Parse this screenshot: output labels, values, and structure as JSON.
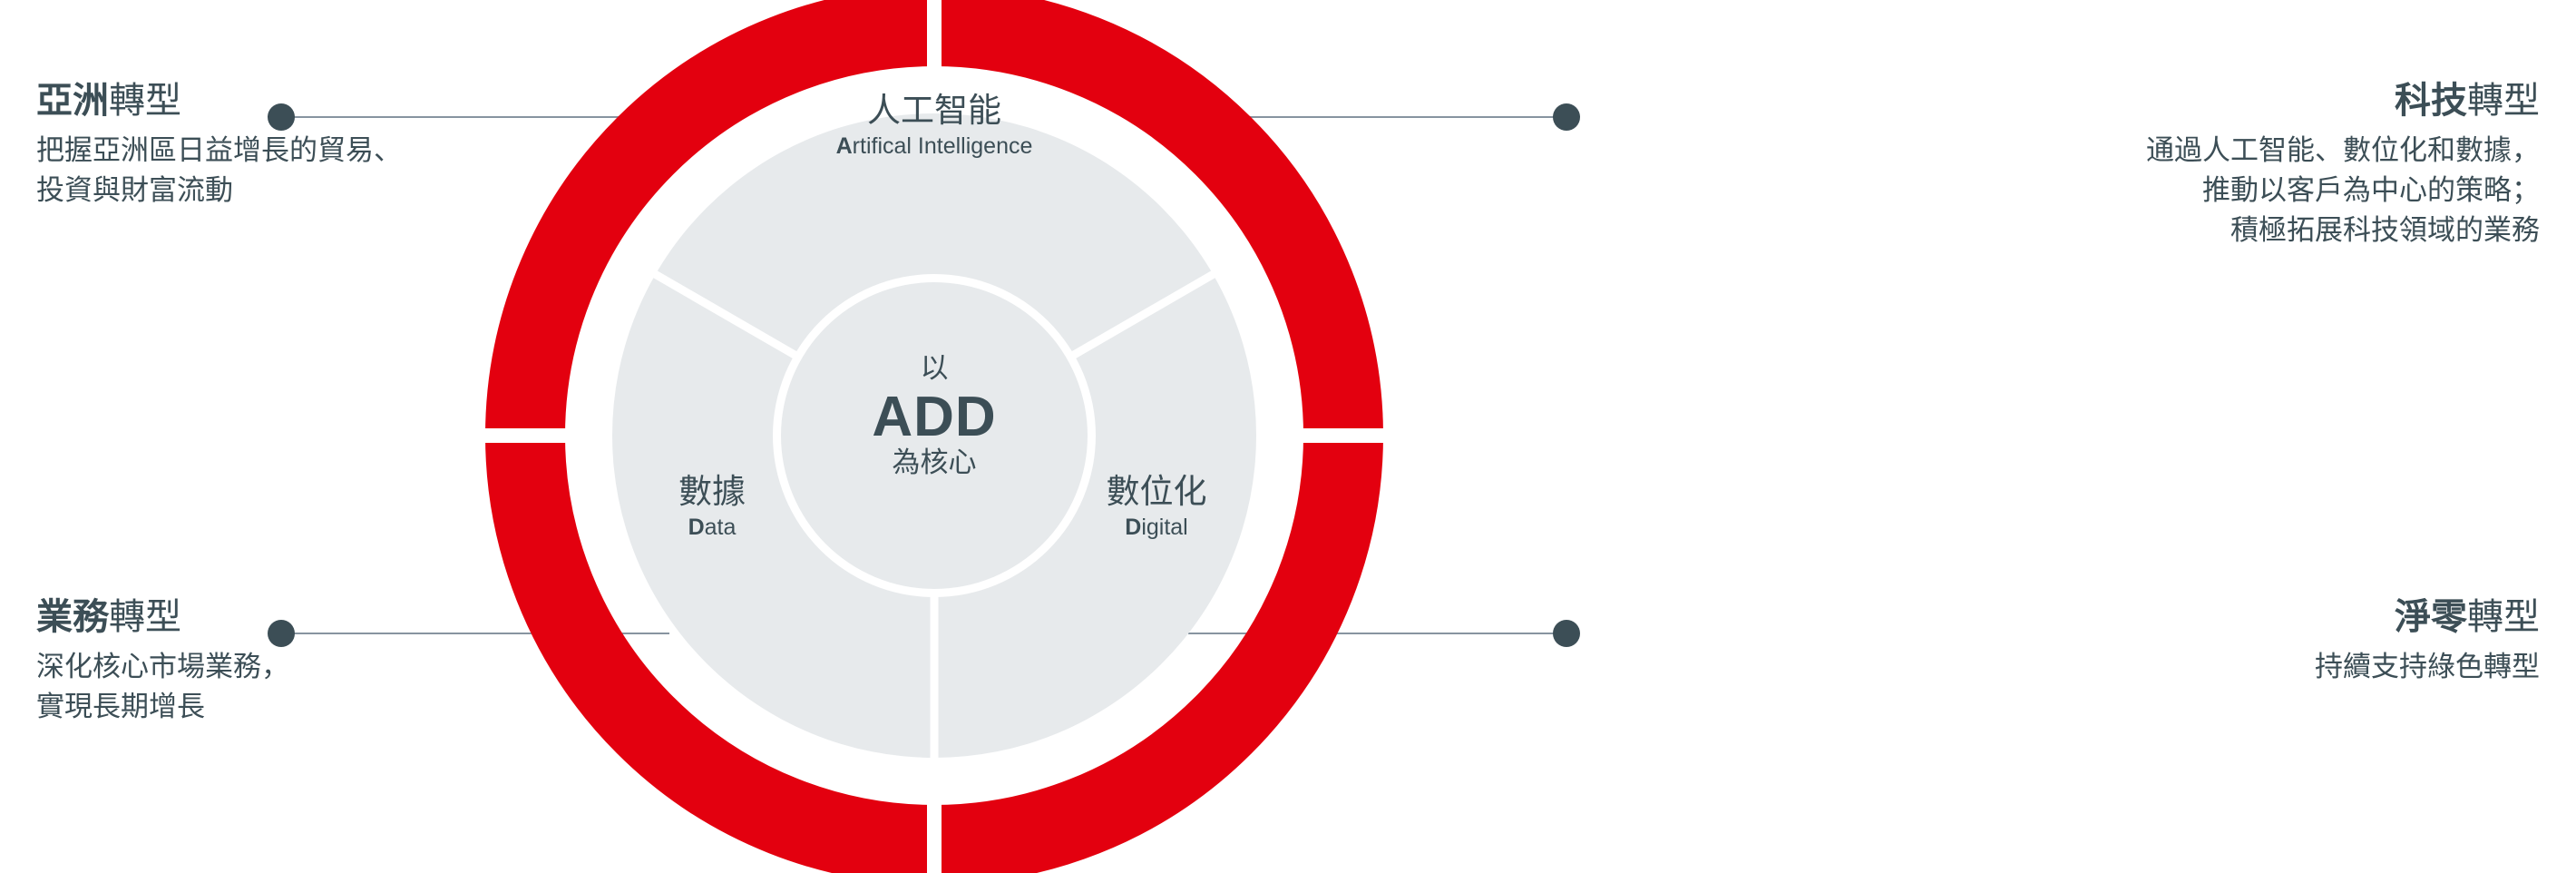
{
  "theme": {
    "red": "#E3000F",
    "ink": "#3c4e56",
    "inner_fill": "#e7eaec",
    "line": "#8794a0",
    "background": "#ffffff"
  },
  "center": {
    "pre": "以",
    "main": "ADD",
    "post": "為核心"
  },
  "pillars": [
    {
      "id": "ai",
      "cn": "人工智能",
      "en_initial": "A",
      "en_rest": "rtifical Intelligence"
    },
    {
      "id": "data",
      "cn": "數據",
      "en_initial": "D",
      "en_rest": "ata"
    },
    {
      "id": "digital",
      "cn": "數位化",
      "en_initial": "D",
      "en_rest": "igital"
    }
  ],
  "callouts": [
    {
      "id": "asia",
      "position": "top-left",
      "title_strong": "亞洲",
      "title_light": "轉型",
      "desc_lines": [
        "把握亞洲區日益增長的貿易、",
        "投資與財富流動"
      ]
    },
    {
      "id": "technology",
      "position": "top-right",
      "title_strong": "科技",
      "title_light": "轉型",
      "desc_lines": [
        "通過人工智能、數位化和數據，",
        "推動以客戶為中心的策略；",
        "積極拓展科技領域的業務"
      ]
    },
    {
      "id": "business",
      "position": "bottom-left",
      "title_strong": "業務",
      "title_light": "轉型",
      "desc_lines": [
        "深化核心市場業務，",
        "實現長期增長"
      ]
    },
    {
      "id": "netzero",
      "position": "bottom-right",
      "title_strong": "淨零",
      "title_light": "轉型",
      "desc_lines": [
        "持續支持綠色轉型"
      ]
    }
  ]
}
